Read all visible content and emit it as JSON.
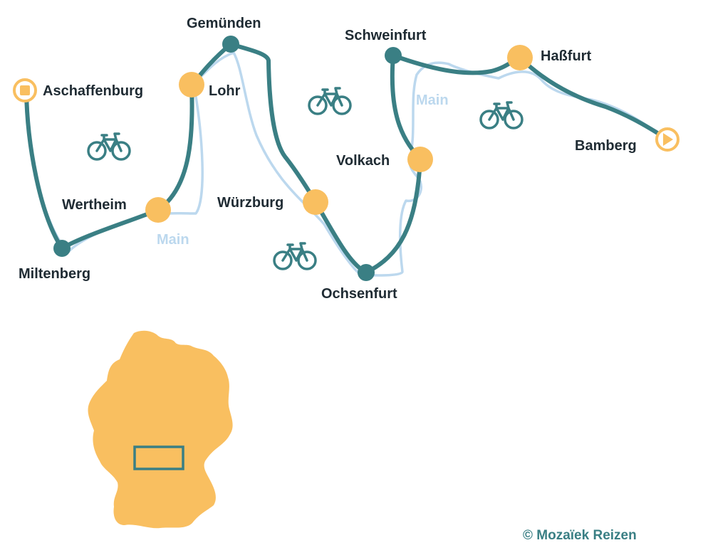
{
  "colors": {
    "route": "#3a7f84",
    "river": "#bcd8ee",
    "stop_major": "#f9bf60",
    "stop_minor": "#3a7f84",
    "germany": "#f9bf60",
    "text": "#1f2b33",
    "copyright": "#3a7f84"
  },
  "cities": {
    "aschaffenburg": "Aschaffenburg",
    "lohr": "Lohr",
    "gemunden": "Gemünden",
    "wertheim": "Wertheim",
    "miltenberg": "Miltenberg",
    "wurzburg": "Würzburg",
    "ochsenfurt": "Ochsenfurt",
    "volkach": "Volkach",
    "schweinfurt": "Schweinfurt",
    "hassfurt": "Haßfurt",
    "bamberg": "Bamberg"
  },
  "river": {
    "name_1": "Main",
    "name_2": "Main"
  },
  "markers": {
    "start_icon": "square-start-marker",
    "end_icon": "play-end-marker",
    "bike_icon": "bicycle-icon"
  },
  "copyright": "© Mozaïek Reizen"
}
